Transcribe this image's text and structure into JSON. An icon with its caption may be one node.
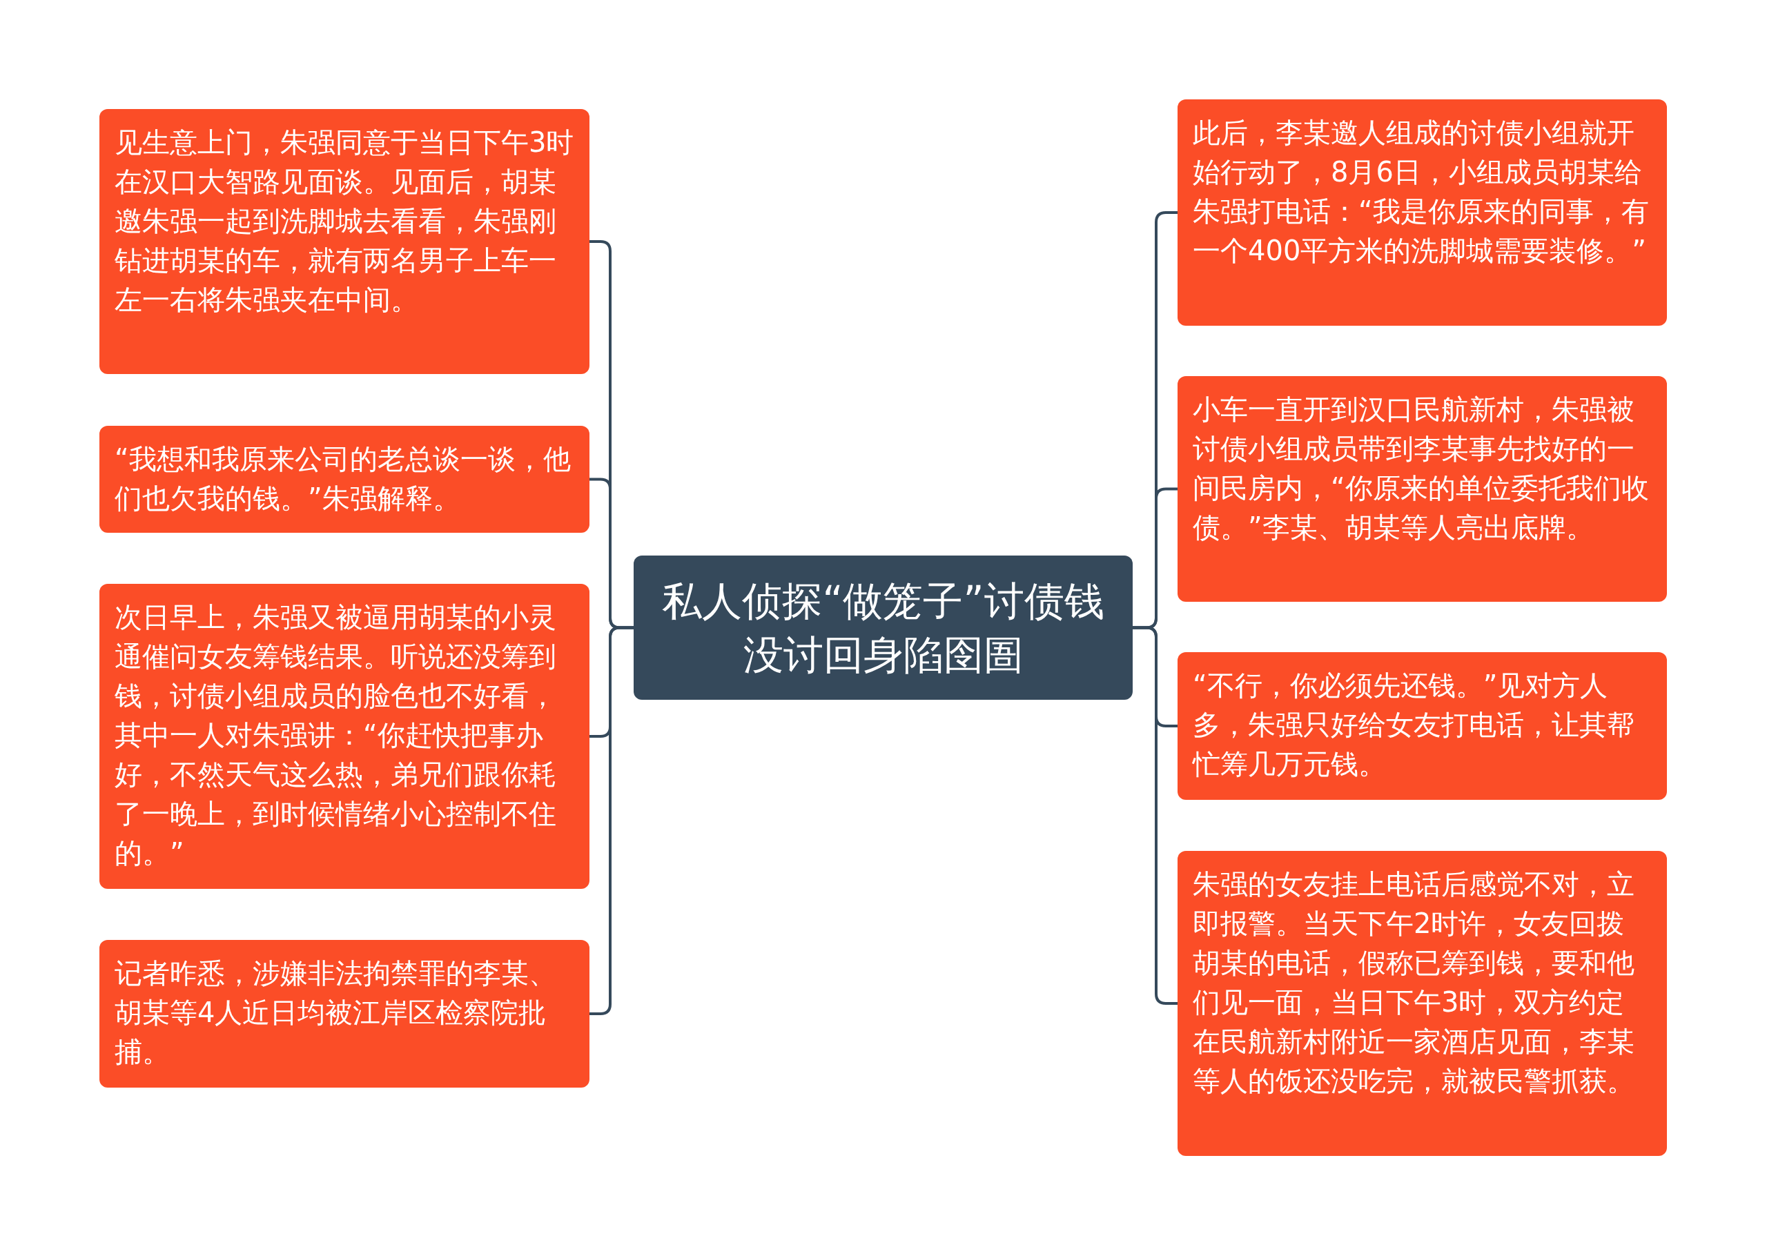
{
  "diagram": {
    "nodes": [
      {
        "text": [
          "私人侦探“做笼子”讨债钱没讨回身陷囹圄"
        ]
      },
      {
        "text": [
          "见生意上门，朱强同意于当日下午3时在汉口大智路见面谈。见面后，胡某邀朱强一起到洗脚城去看看，朱强刚钻进胡某的车，就有两名男子上车一左一右将朱强夹在中间。"
        ]
      },
      {
        "text": [
          "“我想和我原来公司的老总谈一谈，他们也欠我的钱。”朱强解释。"
        ]
      },
      {
        "text": [
          "次日早上，朱强又被逼用胡某的小灵通催问女友筹钱结果。听说还没筹到钱，讨债小组成员的脸色也不好看，其中一人对朱强讲：“你赶快把事办好，不然天气这么热，弟兄们跟你耗了一晚上，到时候情绪小心控制不住的。”"
        ]
      },
      {
        "text": [
          "记者昨悉，涉嫌非法拘禁罪的李某、胡某等4人近日均被江岸区检察院批捕。"
        ]
      },
      {
        "text": [
          "此后，李某邀人组成的讨债小组就开始行动了，8月6日，小组成员胡某给朱强打电话：“我是你原来的同事，有一个400平方米的洗脚城需要装修。”"
        ]
      },
      {
        "text": [
          "小车一直开到汉口民航新村，朱强被讨债小组成员带到李某事先找好的一间民房内，“你原来的单位委托我们收债。”李某、胡某等人亮出底牌。"
        ]
      },
      {
        "text": [
          "“不行，你必须先还钱。”见对方人多，朱强只好给女友打电话，让其帮忙筹几万元钱。"
        ]
      },
      {
        "text": [
          "朱强的女友挂上电话后感觉不对，立即报警。当天下午2时许，女友回拨胡某的电话，假称已筹到钱，要和他们见一面，当日下午3时，双方约定在民航新村附近一家酒店见面，李某等人的饭还没吃完，就被民警抓获。"
        ]
      }
    ],
    "edges": [
      {
        "from": 0,
        "to": 1,
        "arrow": "none"
      },
      {
        "from": 0,
        "to": 2,
        "arrow": "none"
      },
      {
        "from": 0,
        "to": 3,
        "arrow": "none"
      },
      {
        "from": 0,
        "to": 4,
        "arrow": "none"
      },
      {
        "from": 0,
        "to": 5,
        "arrow": "none"
      },
      {
        "from": 0,
        "to": 6,
        "arrow": "none"
      },
      {
        "from": 0,
        "to": 7,
        "arrow": "none"
      },
      {
        "from": 0,
        "to": 8,
        "arrow": "none"
      }
    ]
  }
}
